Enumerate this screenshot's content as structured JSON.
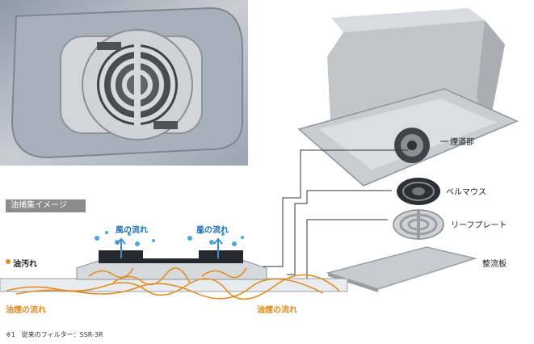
{
  "labels": {
    "exhaust": "煙道部",
    "bellmouth": "ベルマウス",
    "leaf_plate": "リーフプレート",
    "rectifier": "整流板"
  },
  "diagram": {
    "title_tag": "油捕集イメージ",
    "oil_stain": "油汚れ",
    "wind_flow_1": "風の流れ",
    "wind_flow_2": "風の流れ",
    "oil_smoke_left": "油煙の流れ",
    "oil_smoke_right": "油煙の流れ"
  },
  "footnote": "※1　従来のフィルター：SSR-3R",
  "colors": {
    "blue": "#1f6fb3",
    "orange": "#e08a1e",
    "metal": "#b9bcc1"
  }
}
